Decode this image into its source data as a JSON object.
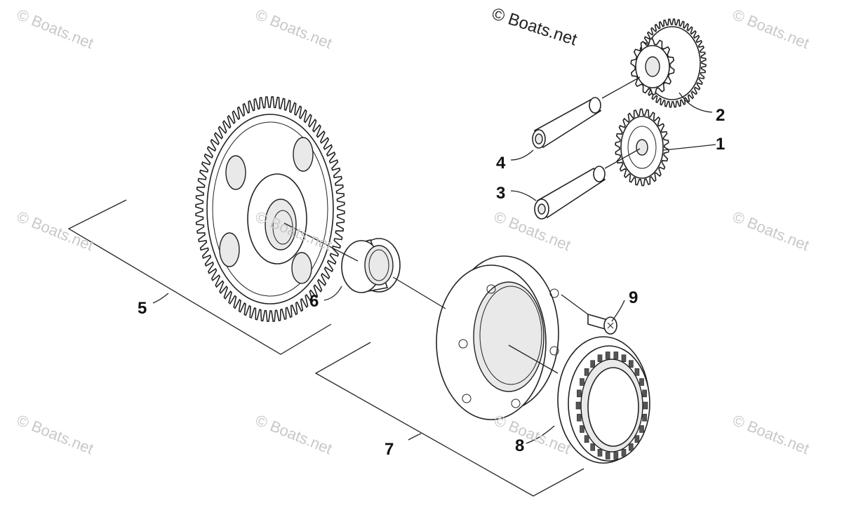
{
  "copyright": "© Boats.net",
  "watermark": "© Boats.net",
  "callouts": {
    "c1": "1",
    "c2": "2",
    "c3": "3",
    "c4": "4",
    "c5": "5",
    "c6": "6",
    "c7": "7",
    "c8": "8",
    "c9": "9"
  }
}
